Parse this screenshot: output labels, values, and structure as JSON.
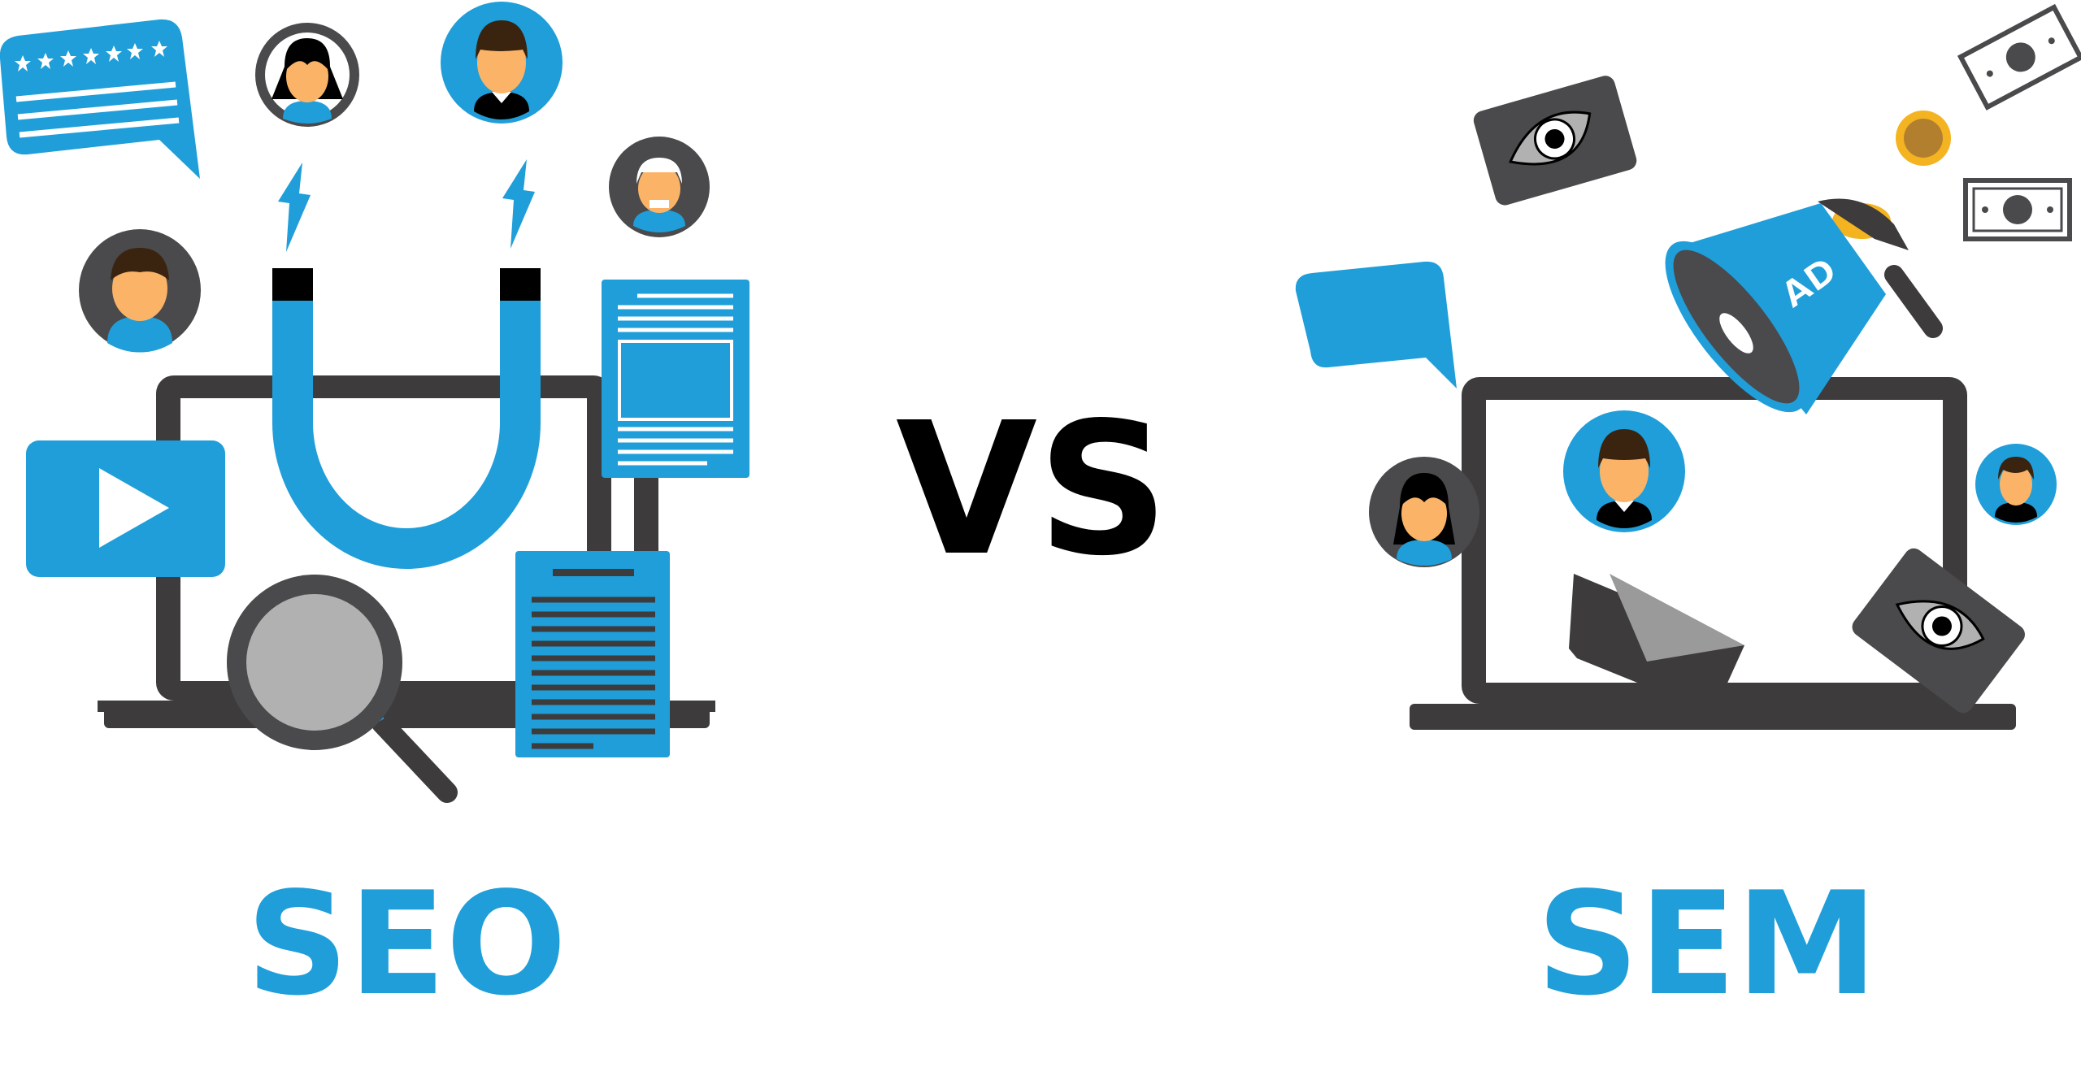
{
  "colors": {
    "blue": "#1f9ed9",
    "dark": "#3d3b3c",
    "black": "#000000",
    "skin": "#fbb467",
    "hair": "#3a2410",
    "gold": "#f4b321",
    "grey": "#b1b1b1"
  },
  "headline": {
    "left": "SEO",
    "center": "VS",
    "right": "SEM"
  },
  "seo_icons": [
    "rating-bubble-icon",
    "magnet-icon",
    "video-play-icon",
    "magnifier-icon",
    "document-icon",
    "laptop-icon",
    "avatar-icon"
  ],
  "sem_icons": [
    "megaphone-icon",
    "ad-icon",
    "eye-ad-card-icon",
    "money-icon",
    "coin-icon",
    "envelope-icon",
    "chat-bubble-icon",
    "laptop-icon",
    "avatar-icon"
  ],
  "megaphone": {
    "label": "AD"
  }
}
